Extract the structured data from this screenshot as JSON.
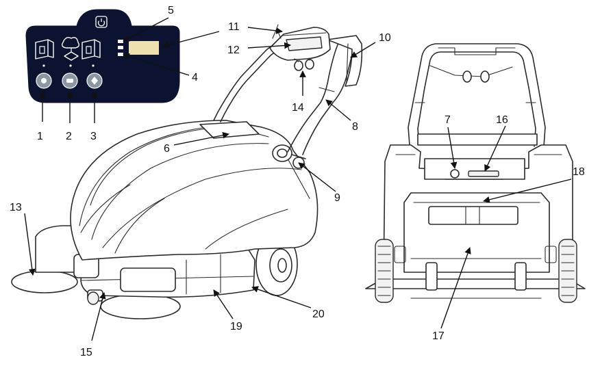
{
  "callouts": {
    "c1": "1",
    "c2": "2",
    "c3": "3",
    "c4": "4",
    "c5": "5",
    "c6": "6",
    "c7": "7",
    "c8": "8",
    "c9": "9",
    "c10": "10",
    "c11": "11",
    "c12": "12",
    "c13": "13",
    "c14": "14",
    "c15": "15",
    "c16": "16",
    "c17": "17",
    "c18": "18",
    "c19": "19",
    "c20": "20"
  },
  "colors": {
    "panel": "#0b1330",
    "panel_button": "#8a96a3",
    "indicator": "#efe0b0",
    "line": "#2a2a2a"
  },
  "icons": [
    "power-icon",
    "broom-icon",
    "filter-shake-icon",
    "dust-bin-icon"
  ]
}
